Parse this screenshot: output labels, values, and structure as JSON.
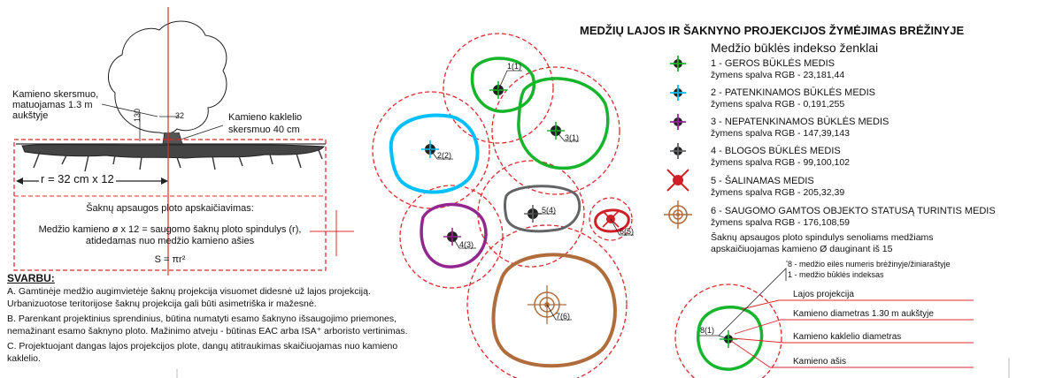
{
  "header": {
    "title": "MEDŽIŲ LAJOS IR ŠAKNYNO PROJEKCIJOS ŽYMĖJIMAS BRĖŽINYJE",
    "subtitle": "Medžio būklės indekso ženklai"
  },
  "legend": [
    {
      "name": "1 - GEROS BŪKLĖS MEDIS",
      "rgb": "žymens spalva RGB - 23,181,44",
      "color": "#17b52c",
      "icon": "crosshair-circle"
    },
    {
      "name": "2 - PATENKINAMOS BŪKLĖS MEDIS",
      "rgb": "žymens spalva RGB -  0,191,255",
      "color": "#00bfff",
      "icon": "crosshair-circle"
    },
    {
      "name": "3 - NEPATENKINAMOS BŪKLĖS MEDIS",
      "rgb": "žymens spalva RGB -  147,39,143",
      "color": "#93278f",
      "icon": "crosshair-circle"
    },
    {
      "name": "4 - BLOGOS BŪKLĖS MEDIS",
      "rgb": "žymens spalva RGB - 99,100,102",
      "color": "#636466",
      "icon": "crosshair-circle"
    },
    {
      "name": "5 - ŠALINAMAS MEDIS",
      "rgb": "žymens spalva RGB - 205,32,39",
      "color": "#cd2027",
      "icon": "x-circle"
    },
    {
      "name": "6 - SAUGOMO GAMTOS OBJEKTO STATUSĄ TURINTIS MEDIS",
      "rgb": "žymens spalva RGB - 176,108,59",
      "color": "#b06c3b",
      "icon": "target-crosshair"
    }
  ],
  "legend_note": [
    "Šaknų apsaugos ploto spindulys senoliams medžiams",
    "apskaičiuojamas kamieno Ø dauginant iš 15"
  ],
  "label_explain": {
    "number": "8 - medžio eilės numeris brėžinyje/žiniaraštyje",
    "index": "1 - medžio būklės indeksas"
  },
  "sample_tree": {
    "label": "8(1)",
    "callouts": [
      "Lajos projekcija",
      "Kamieno diametras 1.30 m aukštyje",
      "Kamieno kaklelio diametras",
      "Kamieno ašis"
    ]
  },
  "tree_section": {
    "trunk_measure": [
      "Kamieno skersmuo,",
      "matuojamas 1.3 m",
      "aukštyje"
    ],
    "collar_measure": [
      "Kamieno kaklelio",
      "skersmuo 40 cm"
    ],
    "height_label": "130",
    "diam_label": "32",
    "radius_label": "r = 32 cm x 12"
  },
  "calc_box": {
    "title": "Šaknų apsaugos ploto apskaičiavimas:",
    "line1": "Medžio kamieno ø x 12 = saugomo šaknų ploto spindulys (r),",
    "line2": "atidedamas nuo medžio kamieno ašies",
    "formula": "S = πr²"
  },
  "svarbu": {
    "title": "SVARBU:",
    "lines": [
      "A. Gamtinėje medžio augimvietėje šaknų projekcija visuomet didesnė už lajos projekciją.",
      "Urbanizuotose teritorijose šaknų projekcija gali būti asimetriška ir mažesnė.",
      "B. Parenkant projektinius sprendinius, būtina numatyti esamo šaknyno išsaugojimo priemones,",
      "nemažinant esamo šaknyno ploto. Mažinimo atveju - būtinas EAC arba ISA⁺ arboristo vertinimas.",
      "C. Projektuojant dangas lajos projekcijos plote, dangų atitraukimas skaičiuojamas nuo kamieno",
      "kaklelio."
    ]
  },
  "trees": [
    {
      "label": "1(1)",
      "color": "#17b52c"
    },
    {
      "label": "2(2)",
      "color": "#00bfff"
    },
    {
      "label": "3(1)",
      "color": "#17b52c"
    },
    {
      "label": "4(3)",
      "color": "#93278f"
    },
    {
      "label": "5(4)",
      "color": "#636466"
    },
    {
      "label": "6(5)",
      "color": "#cd2027"
    },
    {
      "label": "7(6)",
      "color": "#b06c3b"
    }
  ]
}
